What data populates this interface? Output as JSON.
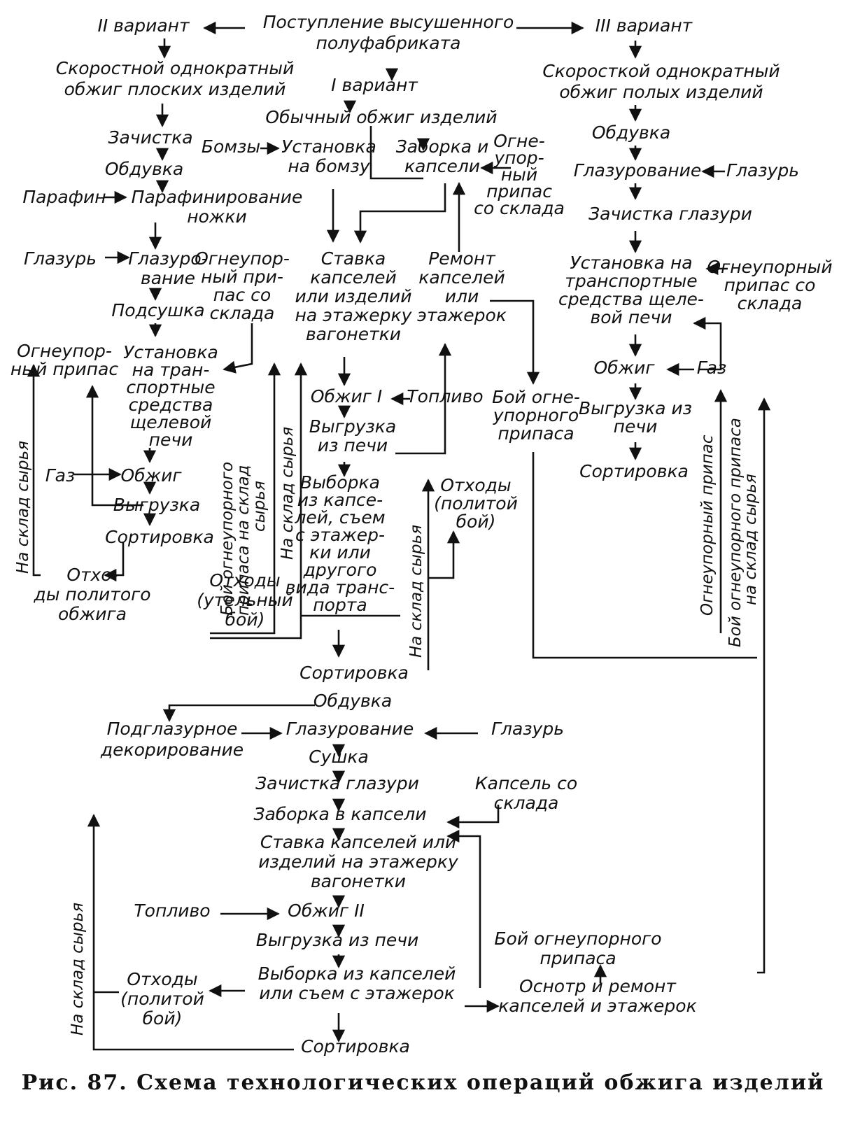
{
  "nodes": {
    "supply": [
      "Поступление высушенного",
      "полуфабриката"
    ],
    "v2": [
      "II вариант"
    ],
    "v3": [
      "III вариант"
    ],
    "v1": [
      "I вариант"
    ],
    "v2_fast_firing": [
      "Скоростной однократный",
      "обжиг плоских изделий"
    ],
    "v3_fast_firing": [
      "Скоросткой однократный",
      "обжиг полых изделий"
    ],
    "v1_normal_firing": [
      "Обычный обжиг изделий"
    ],
    "v2_cleaning": [
      "Зачистка"
    ],
    "v2_blowing": [
      "Обдувка"
    ],
    "v2_paraffin": [
      "Парафин"
    ],
    "v2_paraffining": [
      "Парафинирование",
      "ножки"
    ],
    "v2_glaze": [
      "Глазурь"
    ],
    "v2_glazing": [
      "Глазуро-",
      "вание"
    ],
    "v2_refractory_store": [
      "Огнеупор-",
      "ный при-",
      "пас со",
      "склада"
    ],
    "v2_drying": [
      "Подсушка"
    ],
    "v2_setting": [
      "Установка",
      "на тран-",
      "спортные",
      "средства",
      "щелевой",
      "печи"
    ],
    "v2_refractory": [
      "Огнеупор-",
      "ный припас"
    ],
    "v2_gas": [
      "Газ"
    ],
    "v2_firing": [
      "Обжиг"
    ],
    "v2_unloading": [
      "Выгрузка"
    ],
    "v2_sorting": [
      "Сортировка"
    ],
    "v2_glaze_waste": [
      "Отхо-",
      "ды политого",
      "обжига"
    ],
    "v2_bisque_waste": [
      "Отходы",
      "(утельный",
      "бой)"
    ],
    "v1_bomzy": [
      "Бомзы"
    ],
    "v1_bomz_setting": [
      "Установка",
      "на бомзу"
    ],
    "v1_saggar_fill": [
      "Заборка и",
      "капсели"
    ],
    "v1_refractory_store": [
      "Огне-",
      "упор-",
      "ный",
      "припас",
      "со склада"
    ],
    "v1_placing": [
      "Ставка",
      "капселей",
      "или изделий",
      "на этажерку",
      "вагонетки"
    ],
    "v1_repair": [
      "Ремонт",
      "капселей",
      "или",
      "этажерок"
    ],
    "v1_firing": [
      "Обжиг I"
    ],
    "v1_fuel": [
      "Топливо"
    ],
    "v1_unloading": [
      "Выгрузка",
      "из печи"
    ],
    "v1_refractory_scrap": [
      "Бой огне-",
      "упорного",
      "припаса"
    ],
    "v1_unpacking": [
      "Выборка",
      "из капсе-",
      "лей, съем",
      "с этажер-",
      "ки или",
      "другого",
      "вида транс-",
      "порта"
    ],
    "v1_glaze_waste": [
      "Отходы",
      "(политой",
      "бой)"
    ],
    "v1_sorting": [
      "Сортировка"
    ],
    "v3_blowing": [
      "Обдувка"
    ],
    "v3_glazing": [
      "Глазурование"
    ],
    "v3_glaze": [
      "Глазурь"
    ],
    "v3_glaze_cleaning": [
      "Зачистка глазури"
    ],
    "v3_setting": [
      "Установка на",
      "транспортные",
      "средства щеле-",
      "вой печи"
    ],
    "v3_refractory": [
      "Огнеупорный",
      "припас со",
      "склада"
    ],
    "v3_firing": [
      "Обжиг"
    ],
    "v3_gas": [
      "Газ"
    ],
    "v3_unloading": [
      "Выгрузка из",
      "печи"
    ],
    "v3_sorting": [
      "Сортировка"
    ],
    "blowing2": [
      "Обдувка"
    ],
    "underglaze": [
      "Подглазурное",
      "декорирование"
    ],
    "glazing2": [
      "Глазурование"
    ],
    "glaze2": [
      "Глазурь"
    ],
    "drying2": [
      "Сушка"
    ],
    "glaze_cleaning2": [
      "Зачистка глазури"
    ],
    "saggar_fill2": [
      "Заборка в капсели"
    ],
    "saggar_store": [
      "Капсель со",
      "склада"
    ],
    "placing2": [
      "Ставка капселей или",
      "изделий на этажерку",
      "вагонетки"
    ],
    "fuel2": [
      "Топливо"
    ],
    "firing2": [
      "Обжиг II"
    ],
    "unloading2": [
      "Выгрузка из печи"
    ],
    "refractory_scrap2": [
      "Бой огнеупорного",
      "припаса"
    ],
    "unpacking2": [
      "Выборка из капселей",
      "или съем с этажерок"
    ],
    "glaze_waste2": [
      "Отходы",
      "(политой",
      "бой)"
    ],
    "inspection": [
      "Оснотр и ремонт",
      "капселей и этажерок"
    ],
    "sorting_final": [
      "Сортировка"
    ]
  },
  "vertical_labels": {
    "v2_to_store": "На склад сырья",
    "scrap_to_store_a": "Бой огнеупорного",
    "scrap_to_store_b": "припаса на склад",
    "scrap_to_store_c": "сырья",
    "bisque_to_store": "На склад сырья",
    "v1_to_store": "На склад сырья",
    "v3_refractory_label": "Огнеупорный припас",
    "v3_scrap_label_a": "Бой огнеупорного припаса",
    "v3_scrap_label_b": "на склад сырья",
    "final_to_store": "На склад сырья"
  },
  "caption": "Рис. 87. Схема технологических операций обжига изделий"
}
